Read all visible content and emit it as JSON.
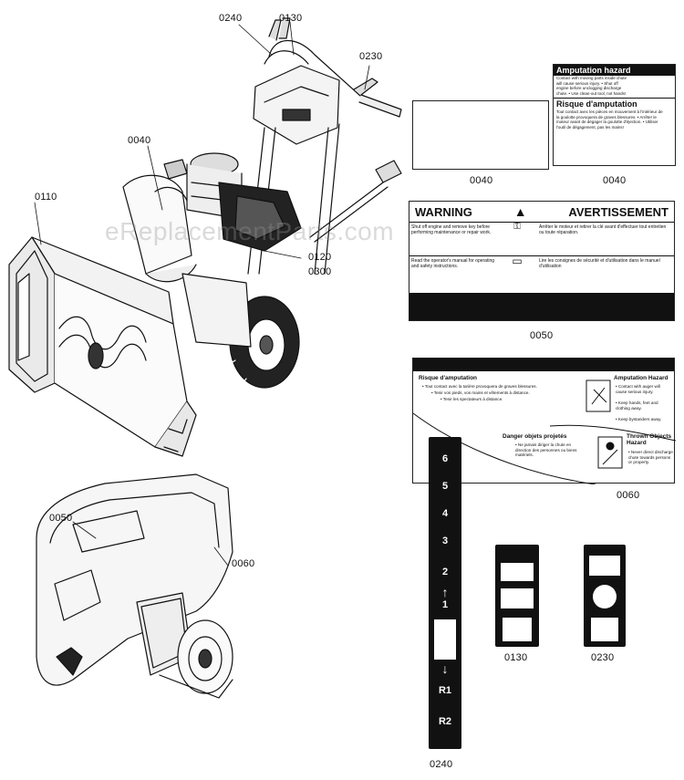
{
  "watermark": "eReplacementParts.com",
  "callouts": {
    "c0240_top": "0240",
    "c0130_top": "0130",
    "c0230_top": "0230",
    "c0040_left": "0040",
    "c0110": "0110",
    "c0120": "0120",
    "c0300": "0300",
    "c0050_lower": "0050",
    "c0060_lower": "0060",
    "c0040_decal_a": "0040",
    "c0040_decal_b": "0040",
    "c0050_decal": "0050",
    "c0060_decal": "0060",
    "c0130_decal": "0130",
    "c0230_decal": "0230",
    "c0240_decal": "0240"
  },
  "decal_0040b": {
    "title1": "Amputation hazard",
    "body1": "Contact with moving parts inside chute will cause serious injury. • Shut off engine before unclogging discharge chute. • Use clean-out tool, not hands!",
    "title2": "Risque d'amputation",
    "body2": "Tout contact avec les pièces en mouvement à l'intérieur de la goulotte provoquera de graves blessures. • Arrêter le moteur avant de dégager la goulotte d'éjection. • Utiliser l'outil de dégagement, pas les mains!"
  },
  "decal_0050": {
    "warning": "WARNING",
    "avert": "AVERTISSEMENT",
    "en1": "Shut off engine and remove key before performing maintenance or repair work.",
    "fr1": "Arrêter le moteur et retirer la clé avant d'effectuer tout entretien ou toute réparation.",
    "en2": "Read the operator's manual for operating and safety instructions.",
    "fr2": "Lire les consignes de sécurité et d'utilisation dans le manuel d'utilisation"
  },
  "decal_0060": {
    "fr_title": "Risque d'amputation",
    "fr_body1": "• Tout contact avec la tarière provoquera de graves blessures.",
    "fr_body2": "• Tenir vos pieds, vos mains et vêtements à distance.",
    "fr_body3": "• Tenir les spectateurs à distance.",
    "en_title": "Amputation Hazard",
    "en_body1": "• Contact with auger will cause serious injury.",
    "en_body2": "• Keep hands, feet and clothing away.",
    "en_body3": "• Keep bystanders away.",
    "fr_title2": "Danger objets projetés",
    "fr_body4": "• Ne jamais diriger la chute en direction des personnes ou biens matériels.",
    "en_title2": "Thrown Objects Hazard",
    "en_body4": "• Never direct discharge chute towards persons or property."
  },
  "decal_0240": {
    "speeds": [
      "6",
      "5",
      "4",
      "3",
      "2",
      "1",
      "R1",
      "R2"
    ]
  }
}
